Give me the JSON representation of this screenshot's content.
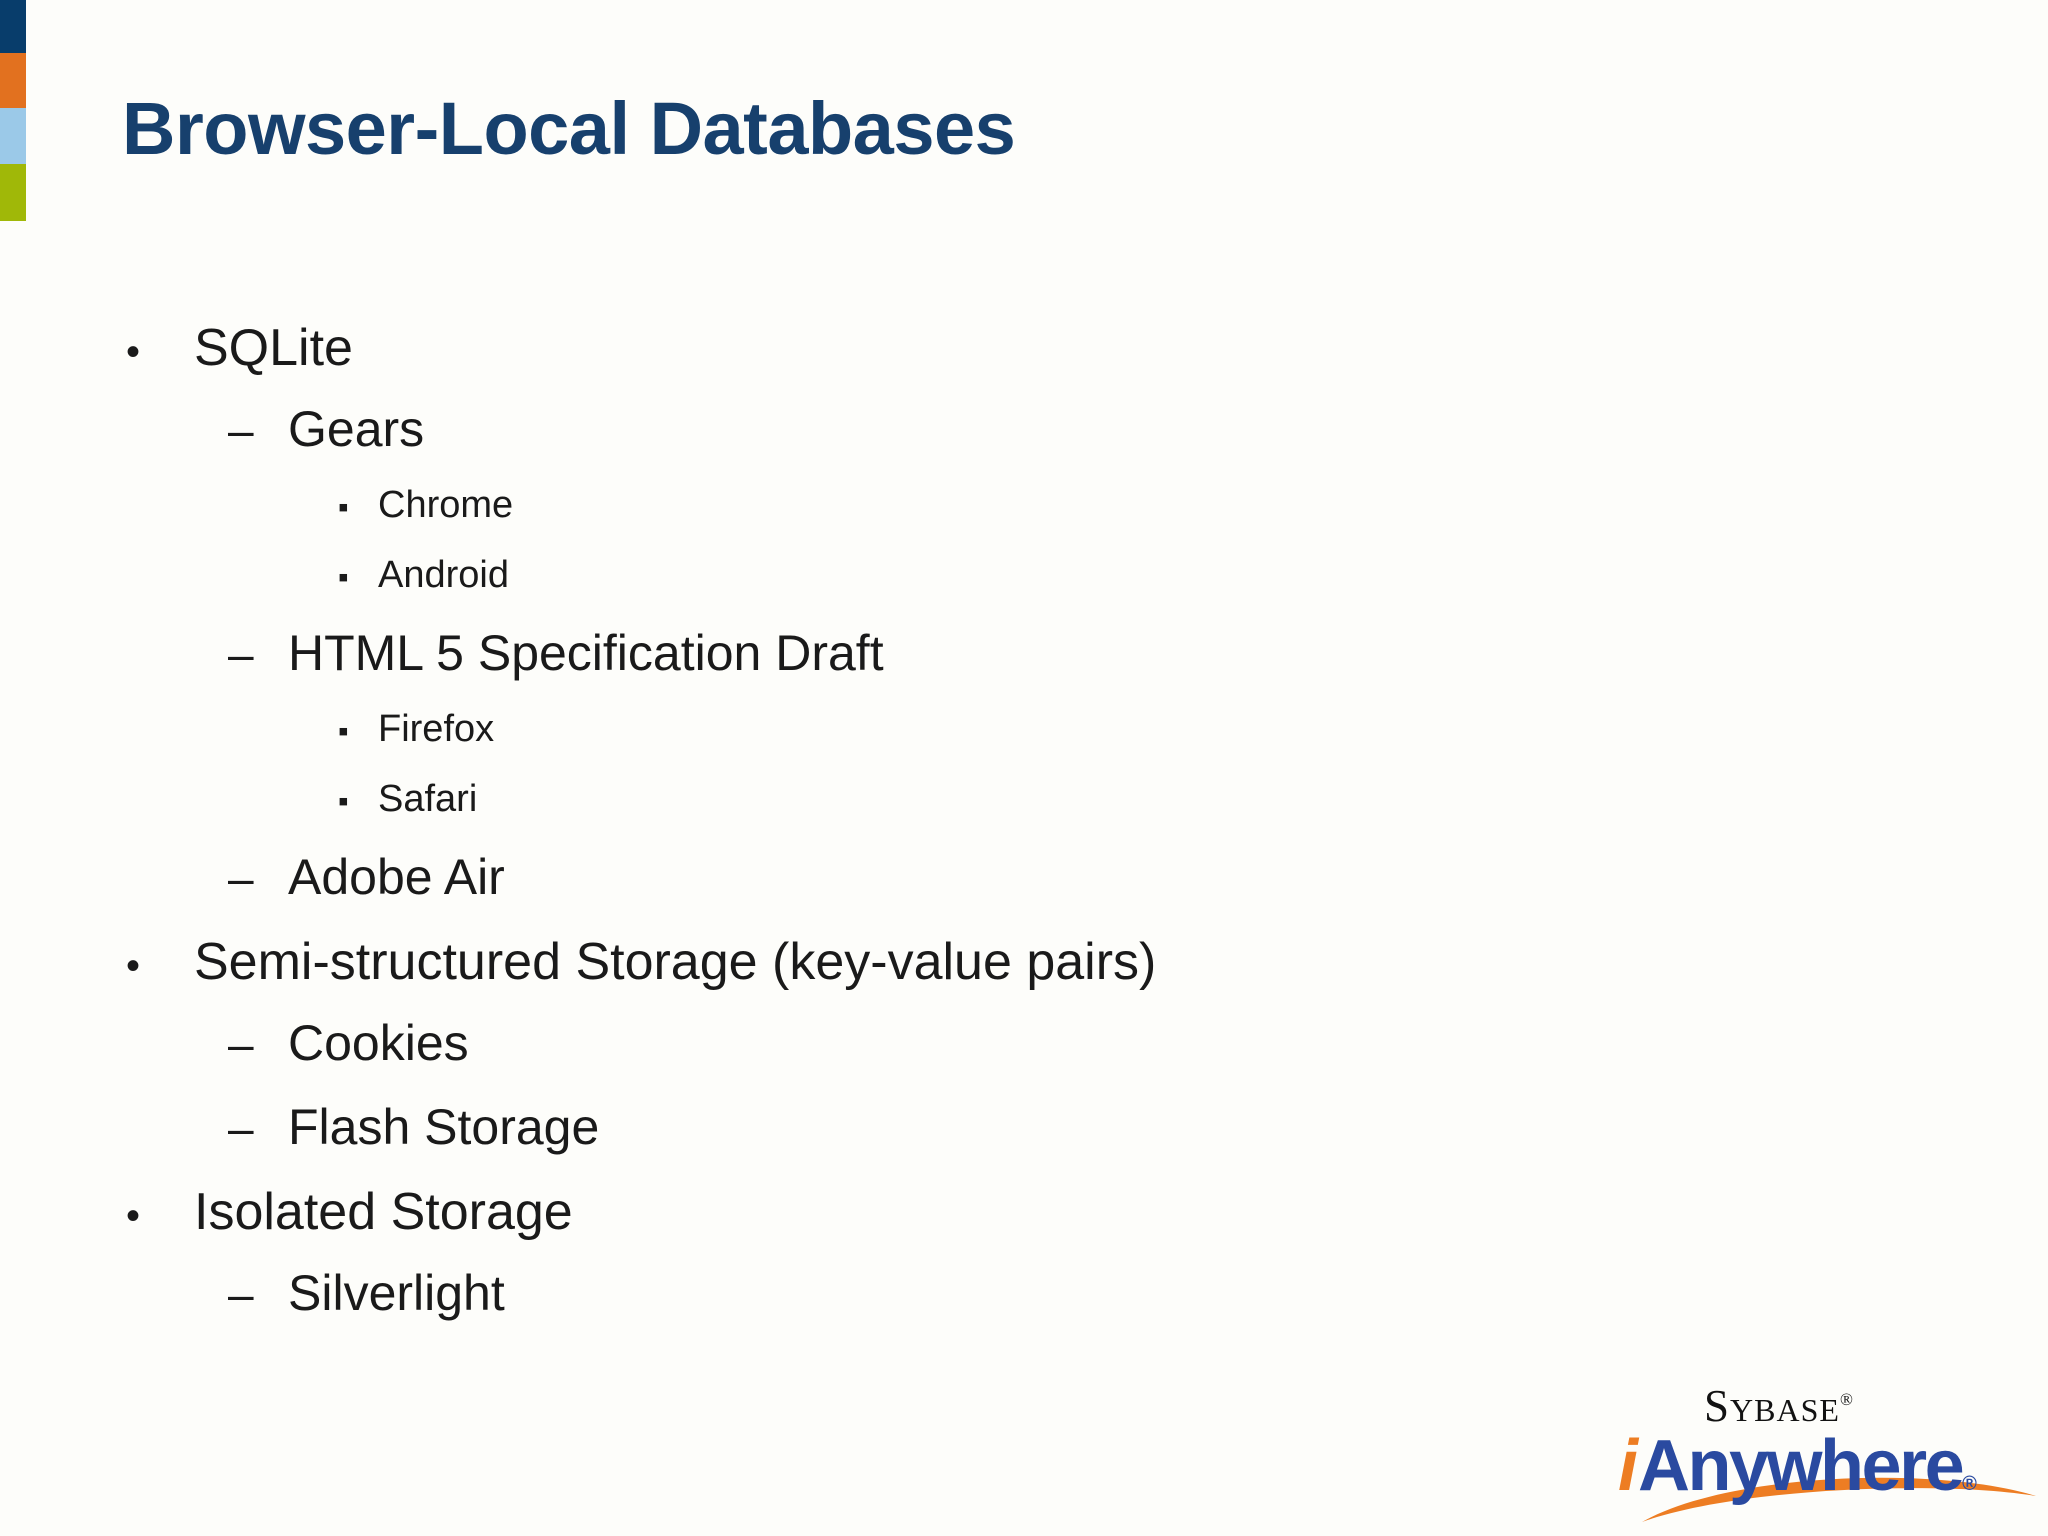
{
  "slide": {
    "title": "Browser-Local Databases",
    "title_color": "#17406d",
    "background_color": "#fdfdfa",
    "accent_bar": {
      "colors": [
        "#083d6b",
        "#e2711f",
        "#9bc9e8",
        "#a0b808"
      ]
    },
    "markers": {
      "level1": "•",
      "level2": "–",
      "level3": "▪"
    },
    "outline": [
      {
        "level": 1,
        "text": "SQLite"
      },
      {
        "level": 2,
        "text": "Gears"
      },
      {
        "level": 3,
        "text": "Chrome"
      },
      {
        "level": 3,
        "text": "Android"
      },
      {
        "level": 2,
        "text": "HTML 5 Specification Draft"
      },
      {
        "level": 3,
        "text": "Firefox"
      },
      {
        "level": 3,
        "text": "Safari"
      },
      {
        "level": 2,
        "text": "Adobe Air"
      },
      {
        "level": 1,
        "text": "Semi-structured Storage (key-value pairs)"
      },
      {
        "level": 2,
        "text": "Cookies"
      },
      {
        "level": 2,
        "text": "Flash Storage"
      },
      {
        "level": 1,
        "text": "Isolated Storage"
      },
      {
        "level": 2,
        "text": "Silverlight"
      }
    ]
  },
  "logo": {
    "company": "Sybase",
    "company_mark": "®",
    "product_i": "i",
    "product_name": "Anywhere",
    "product_mark": "®",
    "orange": "#ed7d23",
    "blue": "#2a4aa0"
  }
}
